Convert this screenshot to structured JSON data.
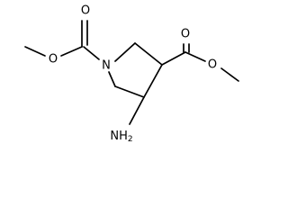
{
  "structure": {
    "ring_nitrogen": "N",
    "ester_1": {
      "carbonyl_oxygen": "O",
      "ether_oxygen": "O"
    },
    "ester_3": {
      "carbonyl_oxygen": "O",
      "ether_oxygen": "O"
    },
    "amino_group": {
      "main": "NH",
      "subscript": "2"
    }
  },
  "colors": {
    "bond": "#000000",
    "label": "#000000",
    "background": "#ffffff"
  }
}
